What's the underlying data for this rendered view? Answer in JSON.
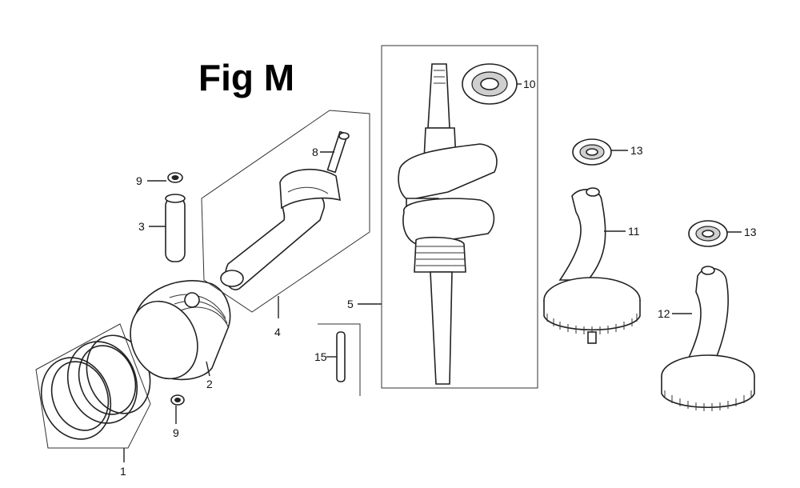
{
  "title": "Fig M",
  "parts": {
    "p1": "1",
    "p2": "2",
    "p3": "3",
    "p4": "4",
    "p5": "5",
    "p8": "8",
    "p9a": "9",
    "p9b": "9",
    "p10": "10",
    "p11": "11",
    "p12": "12",
    "p13a": "13",
    "p13b": "13",
    "p15": "15"
  }
}
